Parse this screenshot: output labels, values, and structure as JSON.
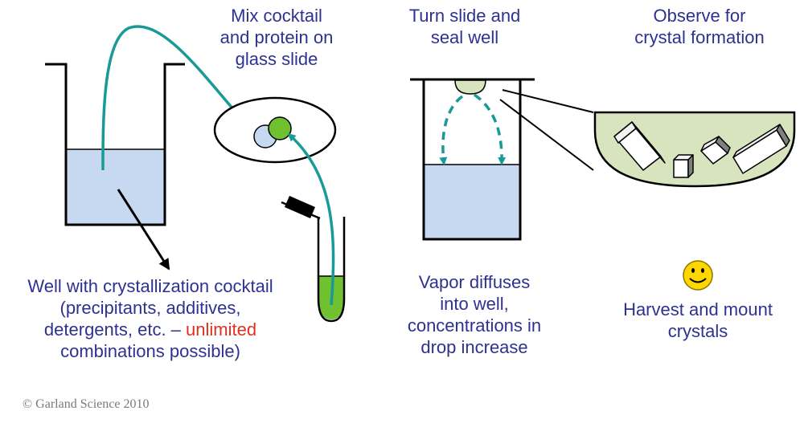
{
  "labels": {
    "mix": [
      "Mix cocktail",
      "and protein on",
      "glass slide"
    ],
    "turn": [
      "Turn slide and",
      "seal well"
    ],
    "observe": [
      "Observe for",
      "crystal formation"
    ],
    "well_line1": "Well with crystallization cocktail",
    "well_line2": "(precipitants, additives,",
    "well_line3_prefix": "detergents, etc. – ",
    "well_line3_highlight": "unlimited",
    "well_line4": "combinations possible)",
    "vapor": [
      "Vapor diffuses",
      "into  well,",
      "concentrations in",
      "drop increase"
    ],
    "harvest": [
      "Harvest and mount",
      "crystals"
    ]
  },
  "copyright": "© Garland Science 2010",
  "colors": {
    "text": "#2e3192",
    "highlight": "#e0301e",
    "liquid": "#c6d9f1",
    "arrow": "#1a9a96",
    "green": "#6fc130",
    "drop": "#d7e4bd",
    "smiley": "#ffd700"
  }
}
